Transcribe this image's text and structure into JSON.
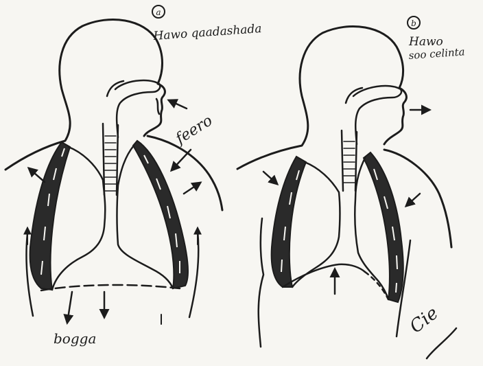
{
  "panel_a": {
    "marker": "a",
    "caption": "Hawo qaadashada",
    "label_right": "feero",
    "label_bottom": "bogga"
  },
  "panel_b": {
    "marker": "b",
    "caption_line1": "Hawo",
    "caption_line2": "soo celinta"
  },
  "signature": "Cie",
  "colors": {
    "ink": "#1c1c1c",
    "paper": "#f7f6f2"
  }
}
